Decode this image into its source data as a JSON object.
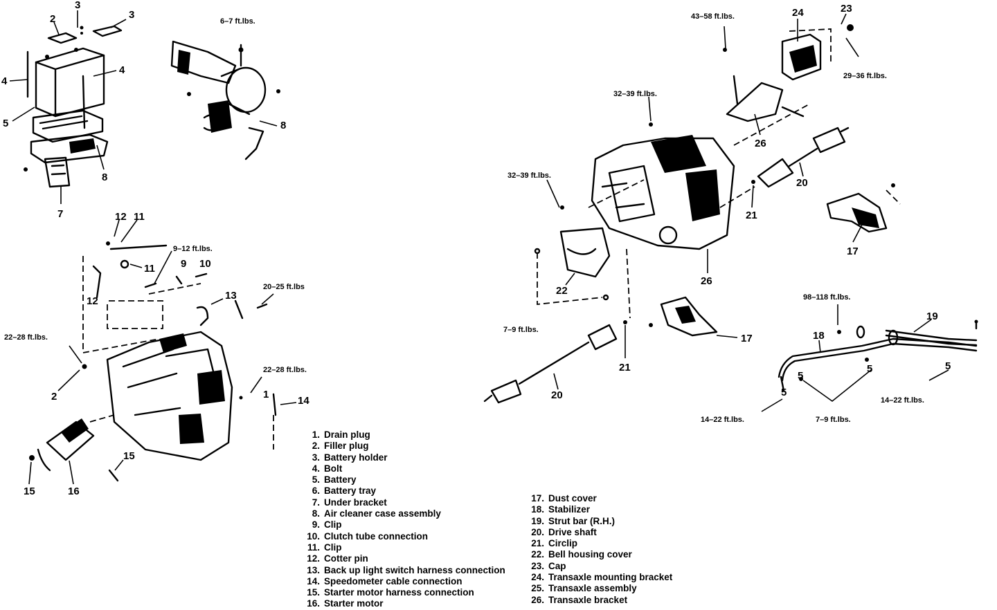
{
  "labels": {
    "battery_area": {
      "l3a": "3",
      "l3b": "3",
      "l2a": "2",
      "l4a": "4",
      "l4b": "4",
      "l5": "5",
      "l8a": "8",
      "l7": "7"
    },
    "air_cleaner": {
      "torque_6_7": "6–7 ft.lbs.",
      "l8b": "8"
    },
    "transaxle_left": {
      "l12a": "12",
      "l11a": "11",
      "l11b": "11",
      "torque_9_12": "9–12 ft.lbs.",
      "l9": "9",
      "l10": "10",
      "l12b": "12",
      "l13": "13",
      "torque_20_25": "20–25 ft.lbs",
      "torque_22_28a": "22–28 ft.lbs.",
      "l2b": "2",
      "torque_22_28b": "22–28 ft.lbs.",
      "l1": "1",
      "l14": "14",
      "l15a": "15",
      "l15b": "15",
      "l16": "16"
    },
    "transaxle_right": {
      "torque_43_58": "43–58 ft.lbs.",
      "l24": "24",
      "l23": "23",
      "torque_29_36": "29–36 ft.lbs.",
      "torque_32_39a": "32–39 ft.lbs.",
      "l26a": "26",
      "torque_32_39b": "32–39 ft.lbs.",
      "l20a": "20",
      "l21a": "21",
      "l17a": "17",
      "l22": "22",
      "l26b": "26",
      "torque_7_9a": "7–9 ft.lbs.",
      "l21b": "21",
      "l17b": "17",
      "l20b": "20"
    },
    "stabilizer": {
      "torque_98_118": "98–118 ft.lbs.",
      "l19": "19",
      "l18": "18",
      "l5a": "5",
      "l5b": "5",
      "l5c": "5",
      "l5d": "5",
      "torque_14_22a": "14–22 ft.lbs.",
      "torque_7_9b": "7–9 ft.lbs.",
      "torque_14_22b": "14–22 ft.lbs."
    }
  },
  "legend_left": [
    {
      "num": "1.",
      "text": "Drain plug"
    },
    {
      "num": "2.",
      "text": "Filler plug"
    },
    {
      "num": "3.",
      "text": "Battery holder"
    },
    {
      "num": "4.",
      "text": "Bolt"
    },
    {
      "num": "5.",
      "text": "Battery"
    },
    {
      "num": "6.",
      "text": "Battery tray"
    },
    {
      "num": "7.",
      "text": "Under bracket"
    },
    {
      "num": "8.",
      "text": "Air cleaner case assembly"
    },
    {
      "num": "9.",
      "text": "Clip"
    },
    {
      "num": "10.",
      "text": "Clutch tube connection"
    },
    {
      "num": "11.",
      "text": "Clip"
    },
    {
      "num": "12.",
      "text": "Cotter pin"
    },
    {
      "num": "13.",
      "text": "Back up light switch harness connection"
    },
    {
      "num": "14.",
      "text": "Speedometer cable connection"
    },
    {
      "num": "15.",
      "text": "Starter motor harness connection"
    },
    {
      "num": "16.",
      "text": "Starter motor"
    }
  ],
  "legend_right": [
    {
      "num": "17.",
      "text": "Dust cover"
    },
    {
      "num": "18.",
      "text": "Stabilizer"
    },
    {
      "num": "19.",
      "text": "Strut bar (R.H.)"
    },
    {
      "num": "20.",
      "text": "Drive shaft"
    },
    {
      "num": "21.",
      "text": "Circlip"
    },
    {
      "num": "22.",
      "text": "Bell housing cover"
    },
    {
      "num": "23.",
      "text": "Cap"
    },
    {
      "num": "24.",
      "text": "Transaxle mounting bracket"
    },
    {
      "num": "25.",
      "text": "Transaxle assembly"
    },
    {
      "num": "26.",
      "text": "Transaxle bracket"
    }
  ]
}
